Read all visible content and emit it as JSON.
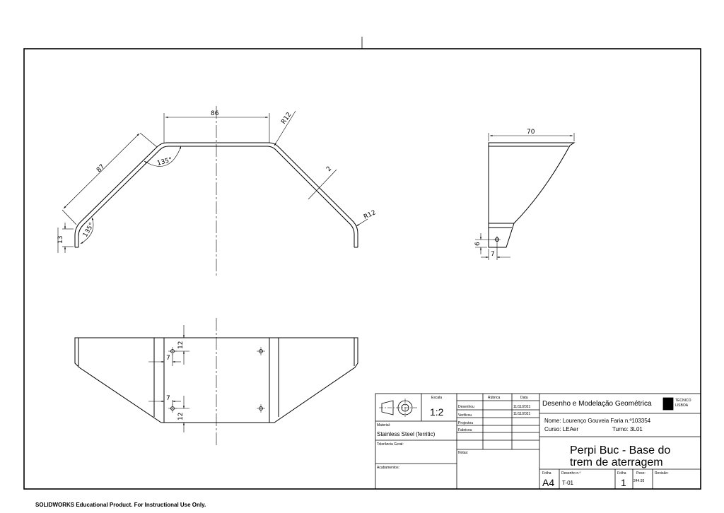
{
  "dimensions": {
    "front_top_width": "86",
    "front_left_length": "87",
    "front_radius_top": "R12",
    "front_radius_bottom": "R12",
    "front_angle_top": "135°",
    "front_angle_bottom": "135°",
    "front_thickness": "2",
    "front_end_height": "13",
    "side_width": "70",
    "side_hole_height": "6",
    "side_hole_offset": "7",
    "top_hole_y_upper": "12",
    "top_hole_x_upper": "7",
    "top_hole_x_lower": "7",
    "top_hole_y_lower": "12"
  },
  "title_block": {
    "escala_label": "Escala",
    "escala_value": "1:2",
    "rubrica_label": "Rúbrica",
    "data_label": "Data",
    "desenhou_label": "Desenhou",
    "desenhou_date": "11/11/2021",
    "verificou_label": "Verificou",
    "verificou_date": "11/11/2021",
    "projectou_label": "Projectou",
    "fabricou_label": "Fabricou",
    "material_label": "Material:",
    "material_value": "Stainless Steel (ferritic)",
    "tolerancia_label": "Tolerância Geral:",
    "notas_label": "Notas:",
    "acabamentos_label": "Acabamentos:",
    "course_title": "Desenho e Modelação Geométrica",
    "logo_line1": "TÉCNICO",
    "logo_line2": "LISBOA",
    "nome": "Nome: Lourenço Gouveia Faria  n.º103354",
    "curso": "Curso: LEAer",
    "turno": "Turno: 3L01",
    "part_title_1": "Perpi Buc - Base do",
    "part_title_2": "trem de aterragem",
    "folha_label": "Folha",
    "folha_size": "A4",
    "desenho_label": "Desenho n.º",
    "desenho_value": "T-01",
    "folha2_label": "Folha",
    "folha2_value": "1",
    "peso_label": "Peso:",
    "peso_value": "244.93",
    "revisao_label": "Revisão:"
  },
  "footer_text": "SOLIDWORKS Educational Product. For Instructional Use Only."
}
